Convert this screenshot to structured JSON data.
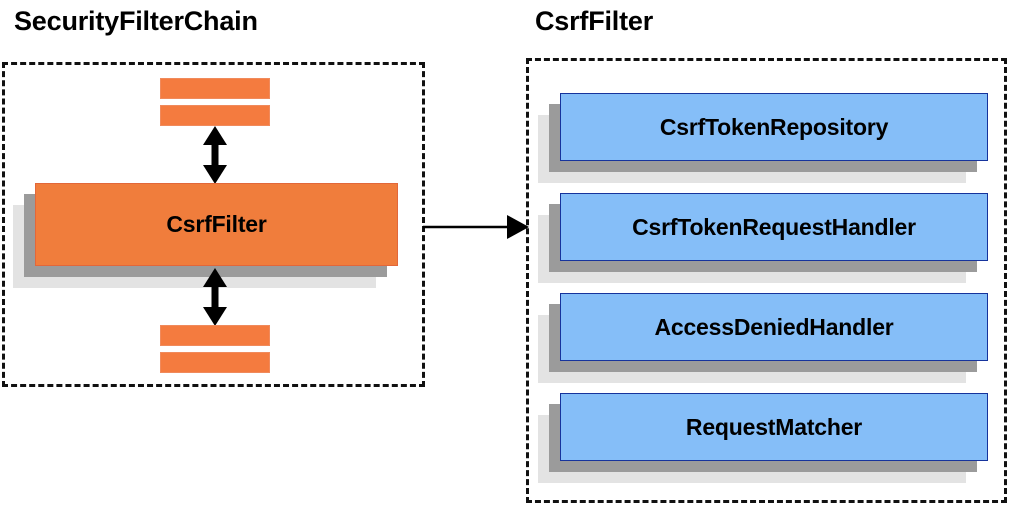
{
  "diagram": {
    "type": "component-diagram",
    "background_color": "#ffffff",
    "palette": {
      "orange_face": "#f07d3c",
      "orange_border": "#e2673a",
      "orange_bar": "#f47b3f",
      "blue_face": "#85bef8",
      "blue_border": "#16339c",
      "shadow_dark": "#9b9b9b",
      "shadow_light": "#e3e3e3",
      "outline": "#111111",
      "text": "#000000"
    }
  },
  "panels": [
    {
      "id": "security-filter-chain",
      "title": "SecurityFilterChain",
      "border_style": "dashed"
    },
    {
      "id": "csrf-filter",
      "title": "CsrfFilter",
      "border_style": "dashed"
    }
  ],
  "left_panel": {
    "title": "SecurityFilterChain",
    "top_bars": [
      "",
      ""
    ],
    "bottom_bars": [
      "",
      ""
    ],
    "highlighted_component": {
      "label": "CsrfFilter",
      "color": "#f07d3c"
    },
    "arrows": [
      {
        "name": "top-double-arrow",
        "direction": "both"
      },
      {
        "name": "bottom-double-arrow",
        "direction": "both"
      }
    ]
  },
  "right_panel": {
    "title": "CsrfFilter",
    "components": [
      {
        "label": "CsrfTokenRepository",
        "color": "#85bef8"
      },
      {
        "label": "CsrfTokenRequestHandler",
        "color": "#85bef8"
      },
      {
        "label": "AccessDeniedHandler",
        "color": "#85bef8"
      },
      {
        "label": "RequestMatcher",
        "color": "#85bef8"
      }
    ]
  },
  "connector": {
    "name": "expand-arrow",
    "direction": "right",
    "from": "CsrfFilter",
    "to": "CsrfFilter detail panel",
    "label": ""
  }
}
